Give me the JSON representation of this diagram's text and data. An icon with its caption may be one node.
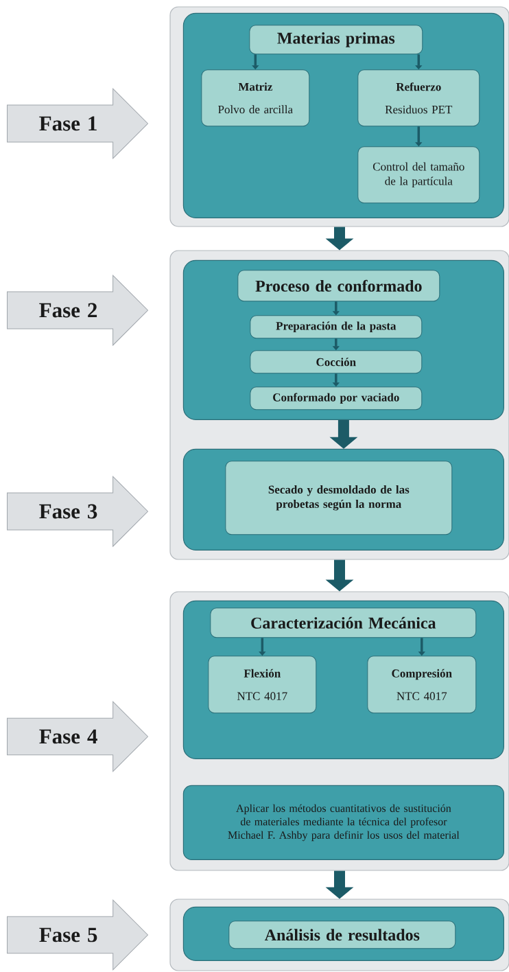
{
  "diagram": {
    "nodes": [
      {
        "text": [
          "Fase 1"
        ]
      },
      {
        "text": [],
        "shape": "box"
      },
      {
        "text": [],
        "shape": "box",
        "in": 1
      },
      {
        "text": [
          "Materias primas"
        ],
        "in": 2
      },
      {
        "text": [
          "Matriz",
          "Polvo de arcilla"
        ],
        "in": 2
      },
      {
        "text": [
          "Refuerzo",
          "Residuos PET"
        ],
        "in": 2
      },
      {
        "text": [
          "Control del tamaño de la partícula"
        ],
        "in": 2
      },
      {
        "text": [
          "Fase 2"
        ]
      },
      {
        "text": [],
        "shape": "box"
      },
      {
        "text": [],
        "shape": "box",
        "in": 8
      },
      {
        "text": [
          "Proceso de conformado"
        ],
        "in": 9
      },
      {
        "text": [
          "Preparación de la pasta"
        ],
        "in": 9
      },
      {
        "text": [
          "Cocción"
        ],
        "in": 9
      },
      {
        "text": [
          "Conformado por vaciado"
        ],
        "in": 9
      },
      {
        "text": [
          "Fase 3"
        ]
      },
      {
        "text": [],
        "shape": "box",
        "in": 8
      },
      {
        "text": [
          "Secado y desmoldado de las probetas según la norma"
        ],
        "in": 15
      },
      {
        "text": [
          "Fase 4"
        ]
      },
      {
        "text": [],
        "shape": "box"
      },
      {
        "text": [],
        "shape": "box",
        "in": 18
      },
      {
        "text": [
          "Caracterización Mecánica"
        ],
        "in": 19
      },
      {
        "text": [
          "Flexión",
          "NTC 4017"
        ],
        "in": 19
      },
      {
        "text": [
          "Compresión",
          "NTC 4017"
        ],
        "in": 19
      },
      {
        "text": [
          "Aplicar los métodos cuantitativos de sustitución de materiales mediante la técnica del profesor Michael F. Ashby para definir los usos del material"
        ],
        "in": 18
      },
      {
        "text": [
          "Fase 5"
        ]
      },
      {
        "text": [],
        "shape": "box"
      },
      {
        "text": [],
        "shape": "box",
        "in": 25
      },
      {
        "text": [
          "Análisis de resultados"
        ],
        "in": 26
      }
    ],
    "edges": [
      {
        "from": 3,
        "to": 4,
        "arrow": "to"
      },
      {
        "from": 3,
        "to": 5,
        "arrow": "to"
      },
      {
        "from": 5,
        "to": 6,
        "arrow": "to"
      },
      {
        "from": 1,
        "to": 8,
        "arrow": "to",
        "style": "thick"
      },
      {
        "from": 10,
        "to": 11,
        "arrow": "to"
      },
      {
        "from": 11,
        "to": 12,
        "arrow": "to"
      },
      {
        "from": 12,
        "to": 13,
        "arrow": "to"
      },
      {
        "from": 9,
        "to": 15,
        "arrow": "to",
        "style": "thick"
      },
      {
        "from": 8,
        "to": 18,
        "arrow": "to",
        "style": "thick"
      },
      {
        "from": 20,
        "to": 21,
        "arrow": "to"
      },
      {
        "from": 20,
        "to": 22,
        "arrow": "to"
      },
      {
        "from": 18,
        "to": 25,
        "arrow": "to",
        "style": "thick"
      }
    ]
  }
}
